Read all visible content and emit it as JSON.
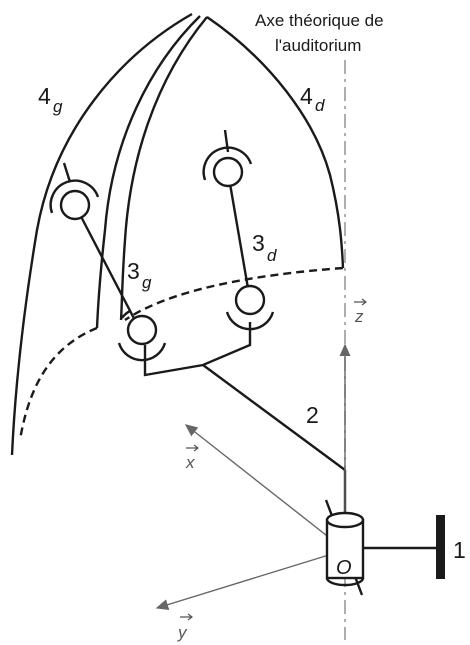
{
  "annotation": {
    "line1": "Axe théorique de",
    "line2": "l'auditorium"
  },
  "parts": {
    "p1": "1",
    "p2": "2",
    "p3g_num": "3",
    "p3g_sub": "g",
    "p3d_num": "3",
    "p3d_sub": "d",
    "p4g_num": "4",
    "p4g_sub": "g",
    "p4d_num": "4",
    "p4d_sub": "d"
  },
  "axes": {
    "z": "z",
    "x": "x",
    "y": "y",
    "origin": "O"
  },
  "colors": {
    "ink": "#1a1a1a",
    "axis": "#666666",
    "centerline": "#999999"
  }
}
